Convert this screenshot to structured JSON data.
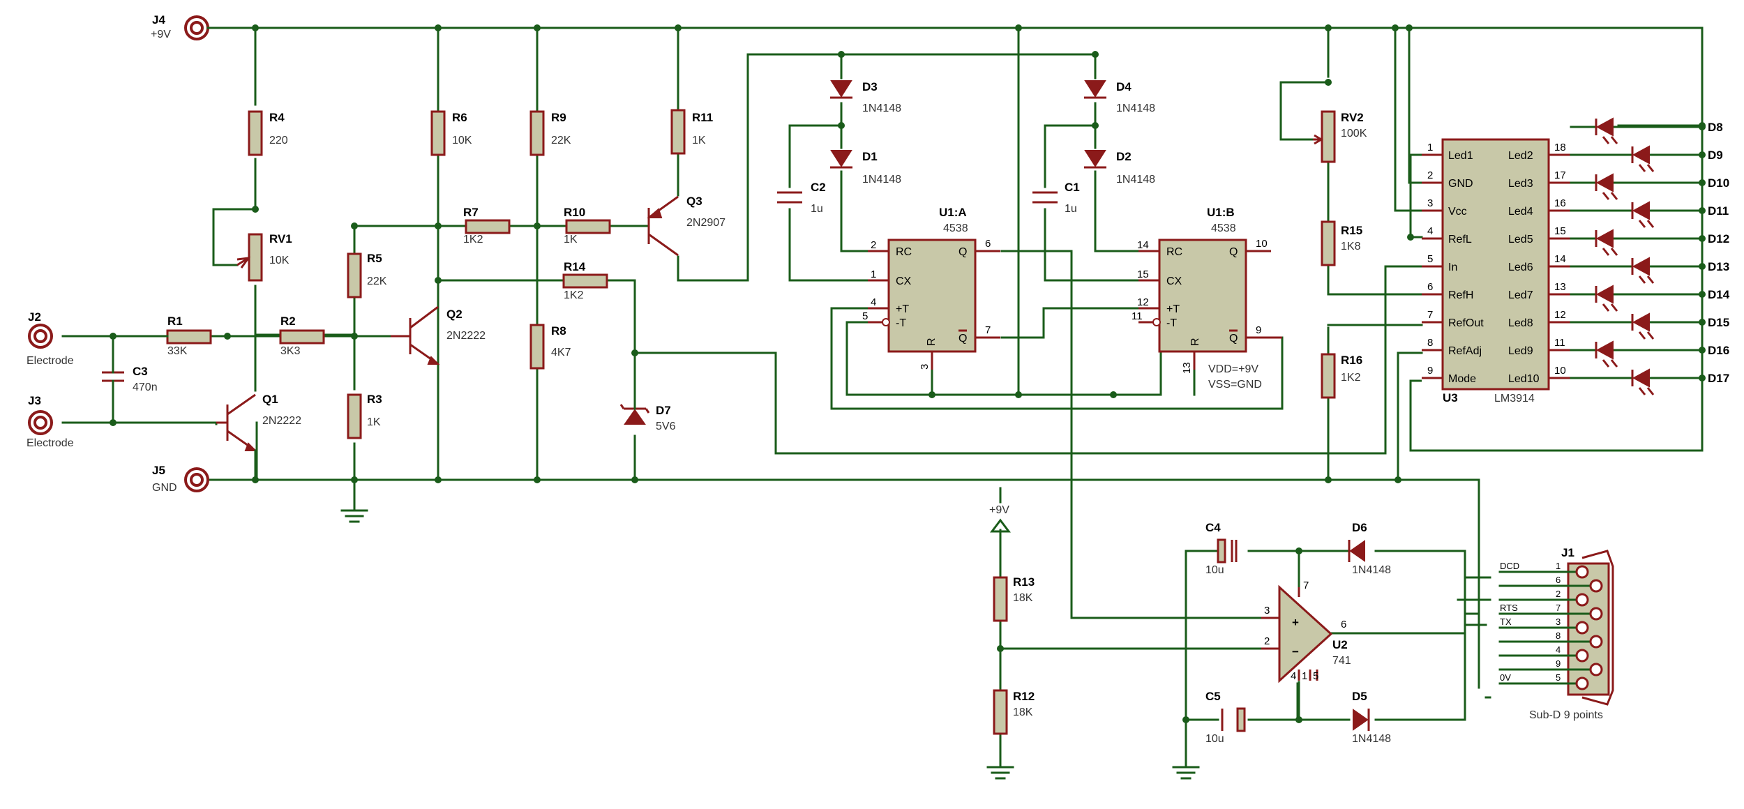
{
  "connectors": {
    "j4": {
      "ref": "J4",
      "label": "+9V"
    },
    "j2": {
      "ref": "J2",
      "label": "Electrode"
    },
    "j3": {
      "ref": "J3",
      "label": "Electrode"
    },
    "j5": {
      "ref": "J5",
      "label": "GND"
    },
    "j1": {
      "ref": "J1",
      "label": "Sub-D 9 points"
    }
  },
  "resistors": {
    "r1": {
      "ref": "R1",
      "value": "33K"
    },
    "r2": {
      "ref": "R2",
      "value": "3K3"
    },
    "r3": {
      "ref": "R3",
      "value": "1K"
    },
    "r4": {
      "ref": "R4",
      "value": "220"
    },
    "r5": {
      "ref": "R5",
      "value": "22K"
    },
    "r6": {
      "ref": "R6",
      "value": "10K"
    },
    "r7": {
      "ref": "R7",
      "value": "1K2"
    },
    "r8": {
      "ref": "R8",
      "value": "4K7"
    },
    "r9": {
      "ref": "R9",
      "value": "22K"
    },
    "r10": {
      "ref": "R10",
      "value": "1K"
    },
    "r11": {
      "ref": "R11",
      "value": "1K"
    },
    "r12": {
      "ref": "R12",
      "value": "18K"
    },
    "r13": {
      "ref": "R13",
      "value": "18K"
    },
    "r14": {
      "ref": "R14",
      "value": "1K2"
    },
    "r15": {
      "ref": "R15",
      "value": "1K8"
    },
    "r16": {
      "ref": "R16",
      "value": "1K2"
    },
    "rv1": {
      "ref": "RV1",
      "value": "10K"
    },
    "rv2": {
      "ref": "RV2",
      "value": "100K"
    }
  },
  "capacitors": {
    "c1": {
      "ref": "C1",
      "value": "1u"
    },
    "c2": {
      "ref": "C2",
      "value": "1u"
    },
    "c3": {
      "ref": "C3",
      "value": "470n"
    },
    "c4": {
      "ref": "C4",
      "value": "10u"
    },
    "c5": {
      "ref": "C5",
      "value": "10u"
    }
  },
  "diodes": {
    "d1": {
      "ref": "D1",
      "value": "1N4148"
    },
    "d2": {
      "ref": "D2",
      "value": "1N4148"
    },
    "d3": {
      "ref": "D3",
      "value": "1N4148"
    },
    "d4": {
      "ref": "D4",
      "value": "1N4148"
    },
    "d5": {
      "ref": "D5",
      "value": "1N4148"
    },
    "d6": {
      "ref": "D6",
      "value": "1N4148"
    },
    "d7": {
      "ref": "D7",
      "value": "5V6"
    }
  },
  "leds": [
    "D8",
    "D9",
    "D10",
    "D11",
    "D12",
    "D13",
    "D14",
    "D15",
    "D16",
    "D17"
  ],
  "transistors": {
    "q1": {
      "ref": "Q1",
      "value": "2N2222"
    },
    "q2": {
      "ref": "Q2",
      "value": "2N2222"
    },
    "q3": {
      "ref": "Q3",
      "value": "2N2907"
    }
  },
  "u1a": {
    "ref": "U1:A",
    "value": "4538",
    "pins": {
      "rc": "RC",
      "cx": "CX",
      "pt": "+T",
      "mt": "-T",
      "q": "Q",
      "qn": "Q",
      "r": "R"
    },
    "nums": {
      "p2": "2",
      "p1": "1",
      "p4": "4",
      "p5": "5",
      "p6": "6",
      "p7": "7",
      "p3": "3"
    }
  },
  "u1b": {
    "ref": "U1:B",
    "value": "4538",
    "pins": {
      "rc": "RC",
      "cx": "CX",
      "pt": "+T",
      "mt": "-T",
      "q": "Q",
      "qn": "Q",
      "r": "R"
    },
    "nums": {
      "p14": "14",
      "p15": "15",
      "p12": "12",
      "p11": "11",
      "p10": "10",
      "p9": "9",
      "p13": "13"
    },
    "note1": "VDD=+9V",
    "note2": "VSS=GND"
  },
  "u2": {
    "ref": "U2",
    "value": "741",
    "nums": {
      "p3": "3",
      "p2": "2",
      "p6": "6",
      "p7": "7",
      "p4": "4",
      "p1": "1",
      "p5": "5"
    }
  },
  "u3": {
    "ref": "U3",
    "value": "LM3914",
    "left_pins": [
      {
        "num": "1",
        "name": "Led1"
      },
      {
        "num": "2",
        "name": "GND"
      },
      {
        "num": "3",
        "name": "Vcc"
      },
      {
        "num": "4",
        "name": "RefL"
      },
      {
        "num": "5",
        "name": "In"
      },
      {
        "num": "6",
        "name": "RefH"
      },
      {
        "num": "7",
        "name": "RefOut"
      },
      {
        "num": "8",
        "name": "RefAdj"
      },
      {
        "num": "9",
        "name": "Mode"
      }
    ],
    "right_pins": [
      {
        "num": "18",
        "name": "Led2"
      },
      {
        "num": "17",
        "name": "Led3"
      },
      {
        "num": "16",
        "name": "Led4"
      },
      {
        "num": "15",
        "name": "Led5"
      },
      {
        "num": "14",
        "name": "Led6"
      },
      {
        "num": "13",
        "name": "Led7"
      },
      {
        "num": "12",
        "name": "Led8"
      },
      {
        "num": "11",
        "name": "Led9"
      },
      {
        "num": "10",
        "name": "Led10"
      }
    ]
  },
  "supply": {
    "label": "+9V"
  },
  "j1_pins": [
    {
      "name": "DCD",
      "num": "1"
    },
    {
      "name": "",
      "num": "6"
    },
    {
      "name": "",
      "num": "2"
    },
    {
      "name": "RTS",
      "num": "7"
    },
    {
      "name": "TX",
      "num": "3"
    },
    {
      "name": "",
      "num": "8"
    },
    {
      "name": "",
      "num": "4"
    },
    {
      "name": "",
      "num": "9"
    },
    {
      "name": "0V",
      "num": "5"
    }
  ],
  "colors": {
    "wire": "#1a5c1a",
    "component": "#8b1a1a",
    "body": "#c8c8a8"
  }
}
